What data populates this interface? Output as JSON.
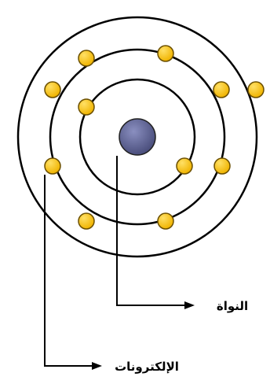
{
  "labels": {
    "nucleus": "النواة",
    "electrons": "الإلكترونات"
  },
  "colors": {
    "orbit": "#000000",
    "nucleus": "#4a4e7c",
    "nucleus_highlight": "#8a8fc0",
    "electron": "#f0b400",
    "electron_highlight": "#ffe066",
    "electron_edge": "#6b4f00",
    "connector": "#000000"
  },
  "atom": {
    "orbit_count": 3,
    "electrons_per_shell": [
      2,
      8,
      1
    ]
  }
}
